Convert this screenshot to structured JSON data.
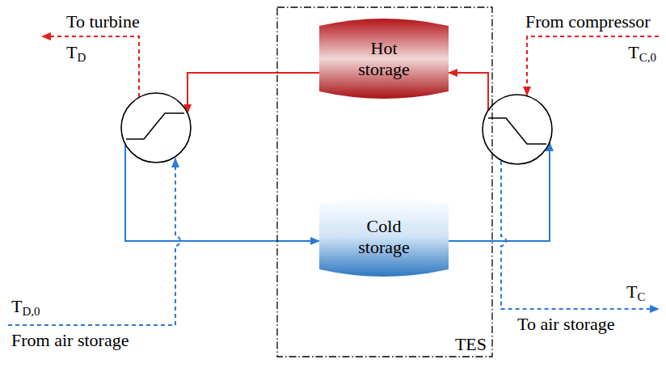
{
  "diagram": {
    "nodes": [
      {
        "text": [
          "TES"
        ]
      },
      {
        "text": [
          "Hot storage"
        ],
        "in": 0
      },
      {
        "text": [
          "Cold storage"
        ],
        "in": 0
      }
    ],
    "edges": [
      {
        "from": 2,
        "to": 1,
        "arrow": "to"
      },
      {
        "from": 1,
        "to": 2,
        "arrow": "to"
      }
    ],
    "labels": [
      "To turbine",
      "TD",
      "From compressor",
      "TC,0",
      "TD,0",
      "From air storage",
      "TC",
      "To air storage"
    ]
  }
}
